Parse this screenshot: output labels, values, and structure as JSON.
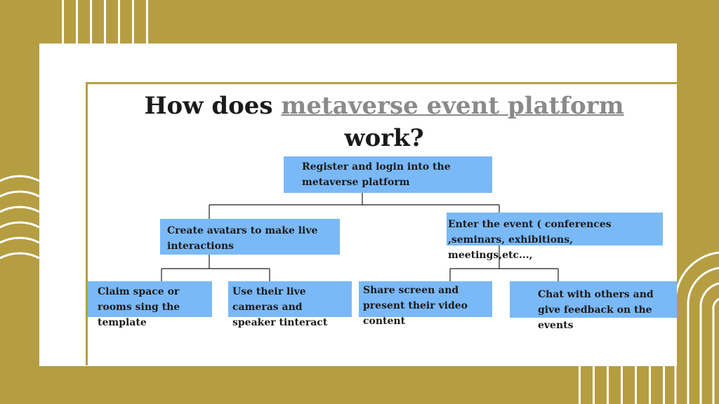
{
  "title": {
    "before": "How does ",
    "link": "metaverse event platform",
    "after": "work?"
  },
  "nodes": {
    "root": "Register and login into the metaverse platform",
    "left": "Create avatars to make live interactions",
    "right": "Enter the event (  conferences ,seminars, exhibitions, meetings,etc...,",
    "leaf1": "Claim space or rooms sing the template",
    "leaf2": "Use their live cameras and speaker tinteract",
    "leaf3": "Share screen and present their video content",
    "leaf4": "Chat with others and give feedback on the events"
  },
  "colors": {
    "background": "#b59e42",
    "node_fill": "#7ab9f7",
    "link_text": "#8a8a8a"
  }
}
